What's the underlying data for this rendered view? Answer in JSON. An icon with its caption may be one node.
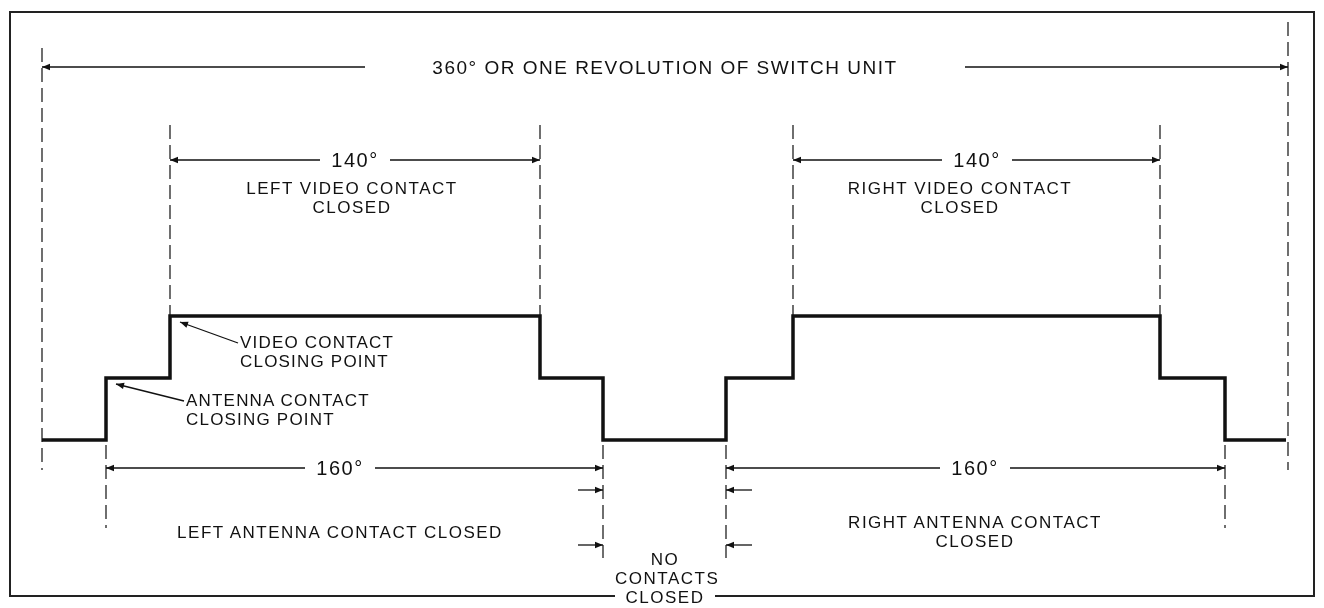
{
  "diagram": {
    "nodes": [
      {
        "text": [
          "VIDEO CONTACT CLOSING POINT"
        ]
      },
      {
        "text": [
          "ANTENNA CONTACT CLOSING POINT"
        ]
      }
    ],
    "edges": [
      {
        "from": 0,
        "to": null,
        "arrow": "to"
      },
      {
        "from": 1,
        "to": null,
        "arrow": "to"
      }
    ],
    "labels": [
      "360° OR ONE REVOLUTION OF SWITCH UNIT",
      "140°",
      "140°",
      "LEFT VIDEO CONTACT CLOSED",
      "RIGHT VIDEO CONTACT CLOSED",
      "160°",
      "160°",
      "LEFT ANTENNA CONTACT CLOSED",
      "NO CONTACTS CLOSED",
      "RIGHT ANTENNA CONTACT CLOSED"
    ]
  }
}
